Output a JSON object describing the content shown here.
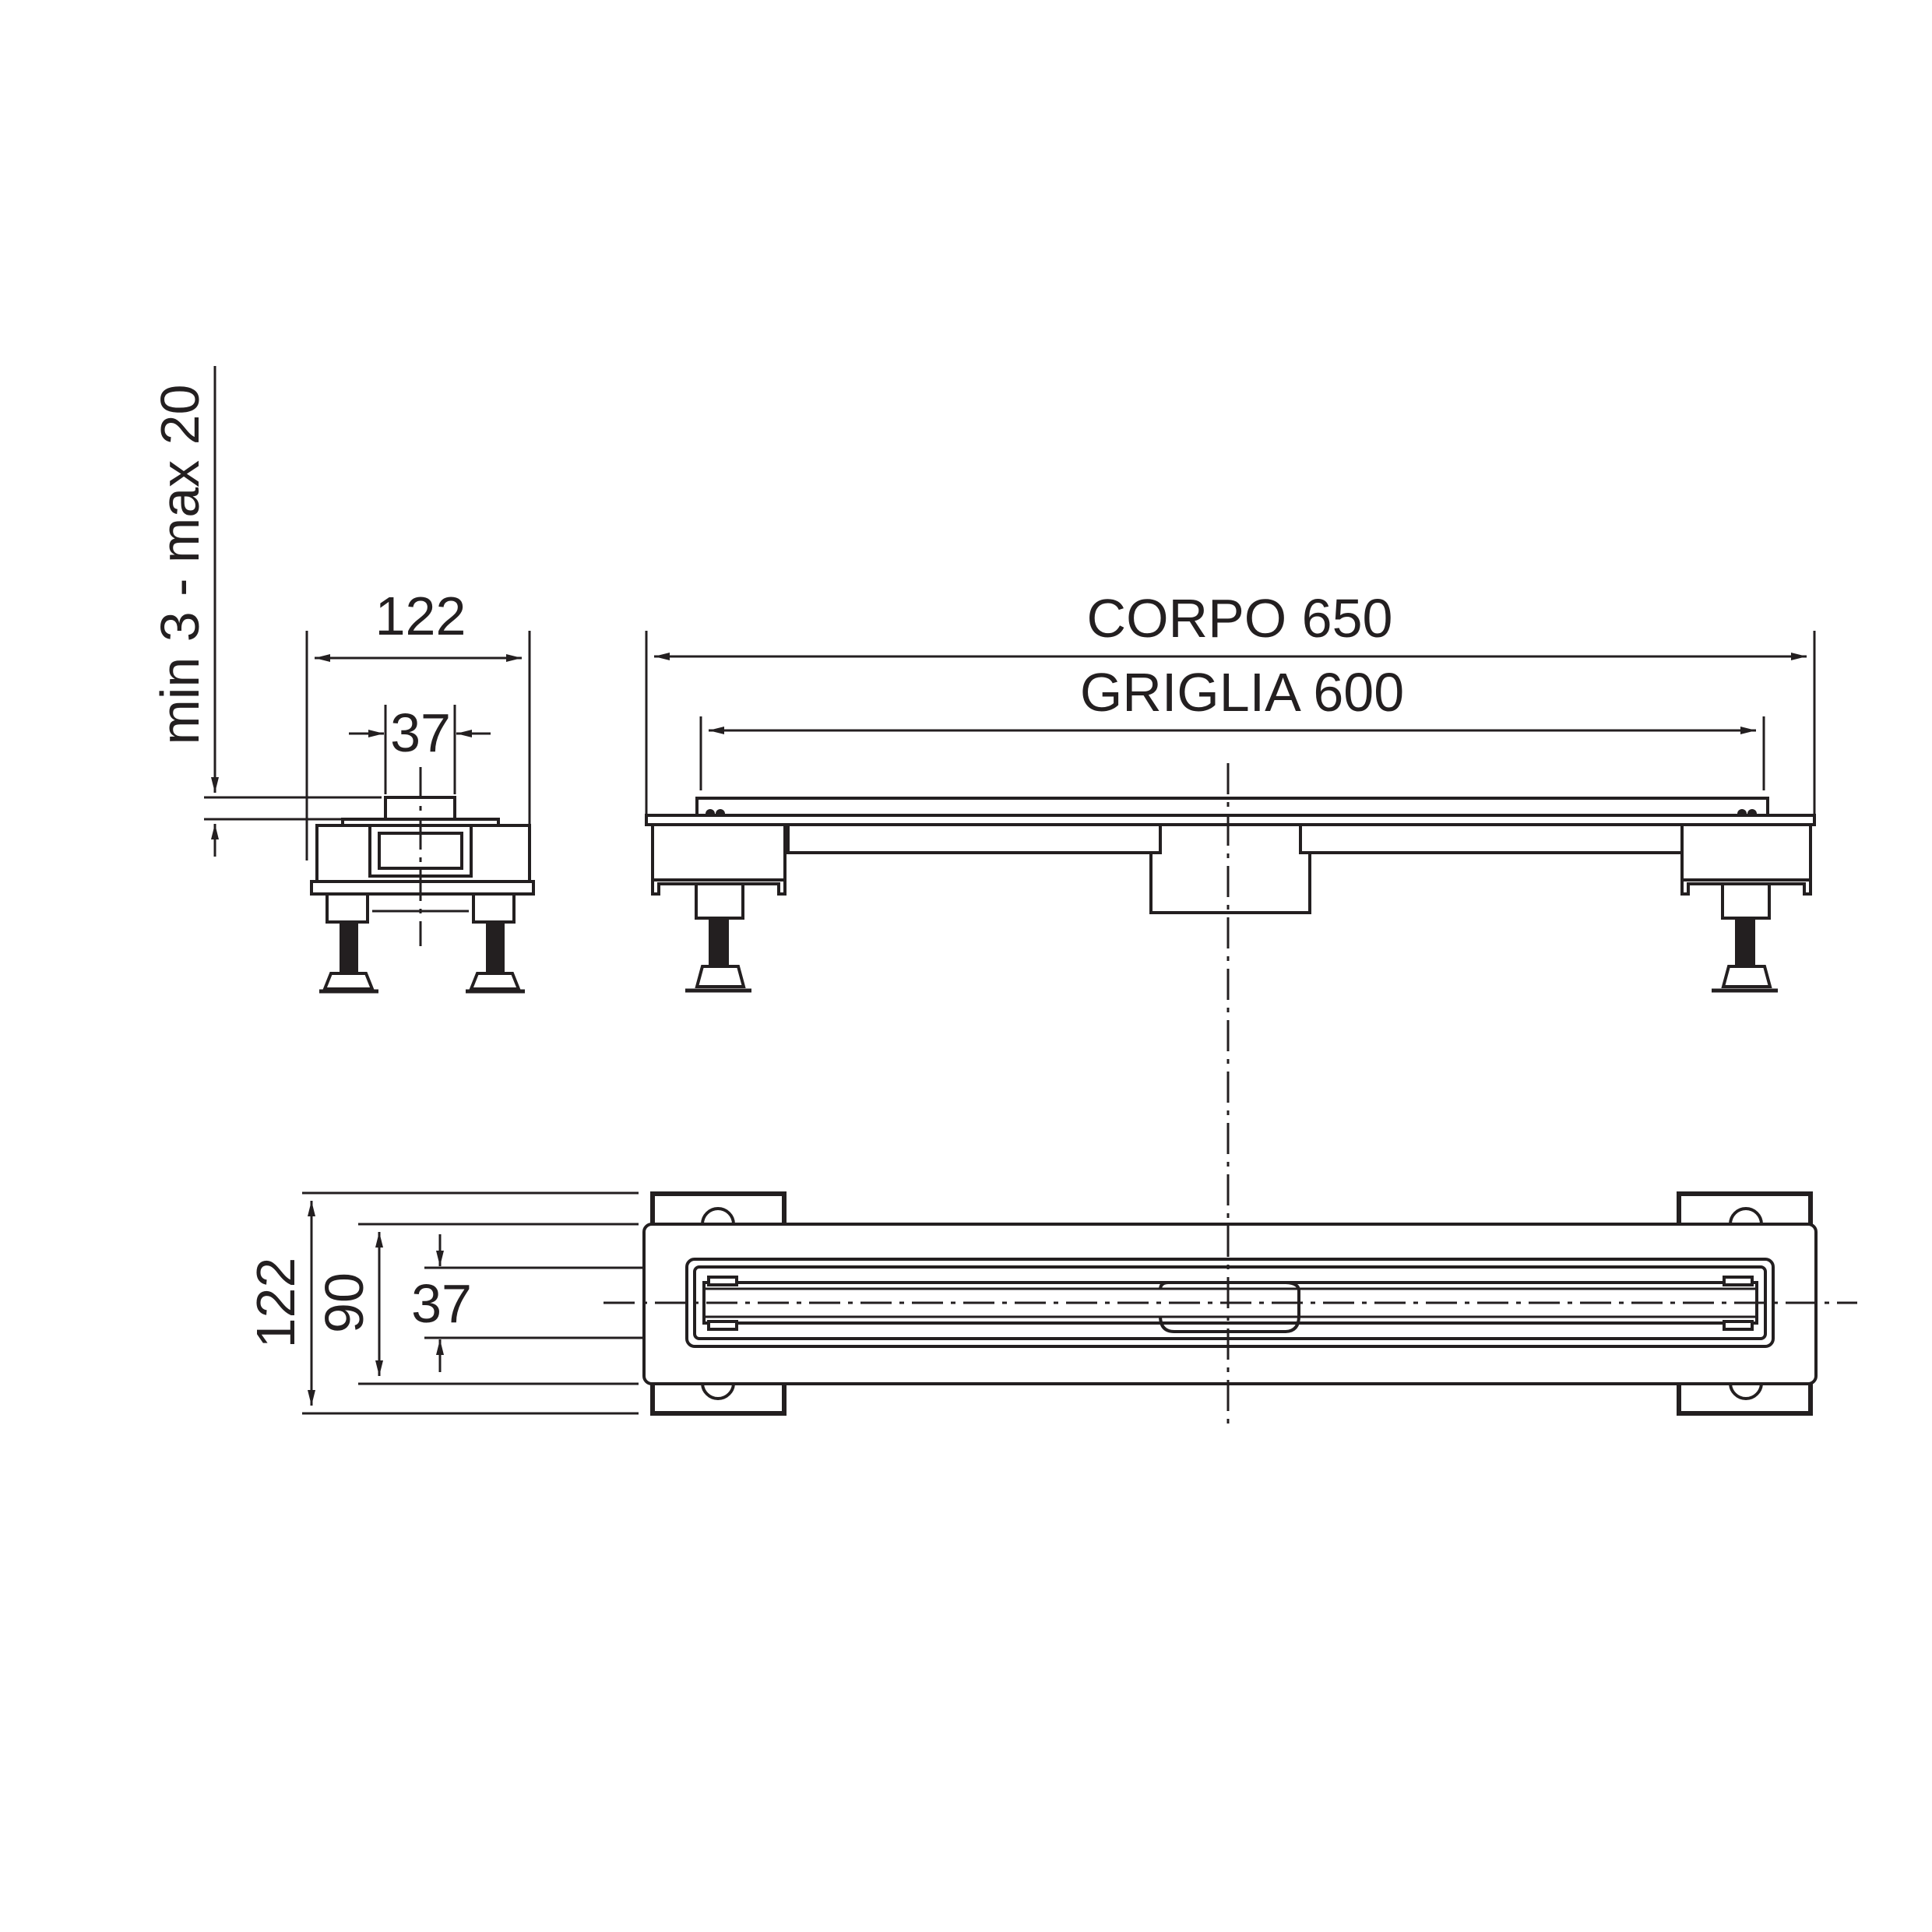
{
  "colors": {
    "line": "#231f20",
    "background": "#ffffff"
  },
  "dimensions": {
    "side_width": "122",
    "side_inner": "37",
    "side_height_range": "min 3 - max 20",
    "body_length": "CORPO 650",
    "grate_length": "GRIGLIA 600",
    "plan_width": "122",
    "plan_body_width": "90",
    "plan_slot_width": "37"
  }
}
